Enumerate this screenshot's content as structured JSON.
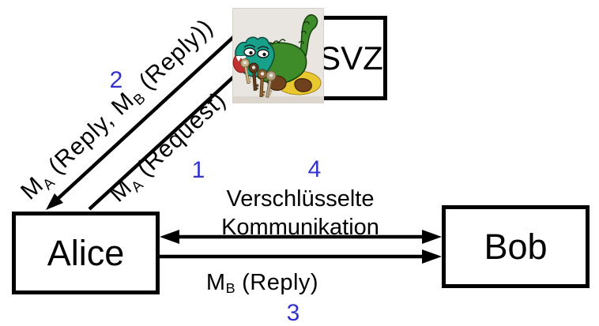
{
  "colors": {
    "step_number": "#3333cc",
    "ink": "#000000"
  },
  "nodes": {
    "alice": "Alice",
    "bob": "Bob",
    "svz": "SVZ"
  },
  "steps": {
    "s1": "1",
    "s2": "2",
    "s3": "3",
    "s4": "4"
  },
  "messages": {
    "request": {
      "sym": "M",
      "sub": "A",
      "rest": " (Request)"
    },
    "reply_svz": {
      "sym1": "M",
      "sub1": "A",
      "rest1": " (Reply, ",
      "sym2": "M",
      "sub2": "B",
      "rest2": " (Reply))"
    },
    "reply_bob": {
      "sym": "M",
      "sub": "B",
      "rest": " (Reply)"
    },
    "secure": {
      "line1": "Verschlüsselte",
      "line2": "Kommunikation"
    }
  }
}
